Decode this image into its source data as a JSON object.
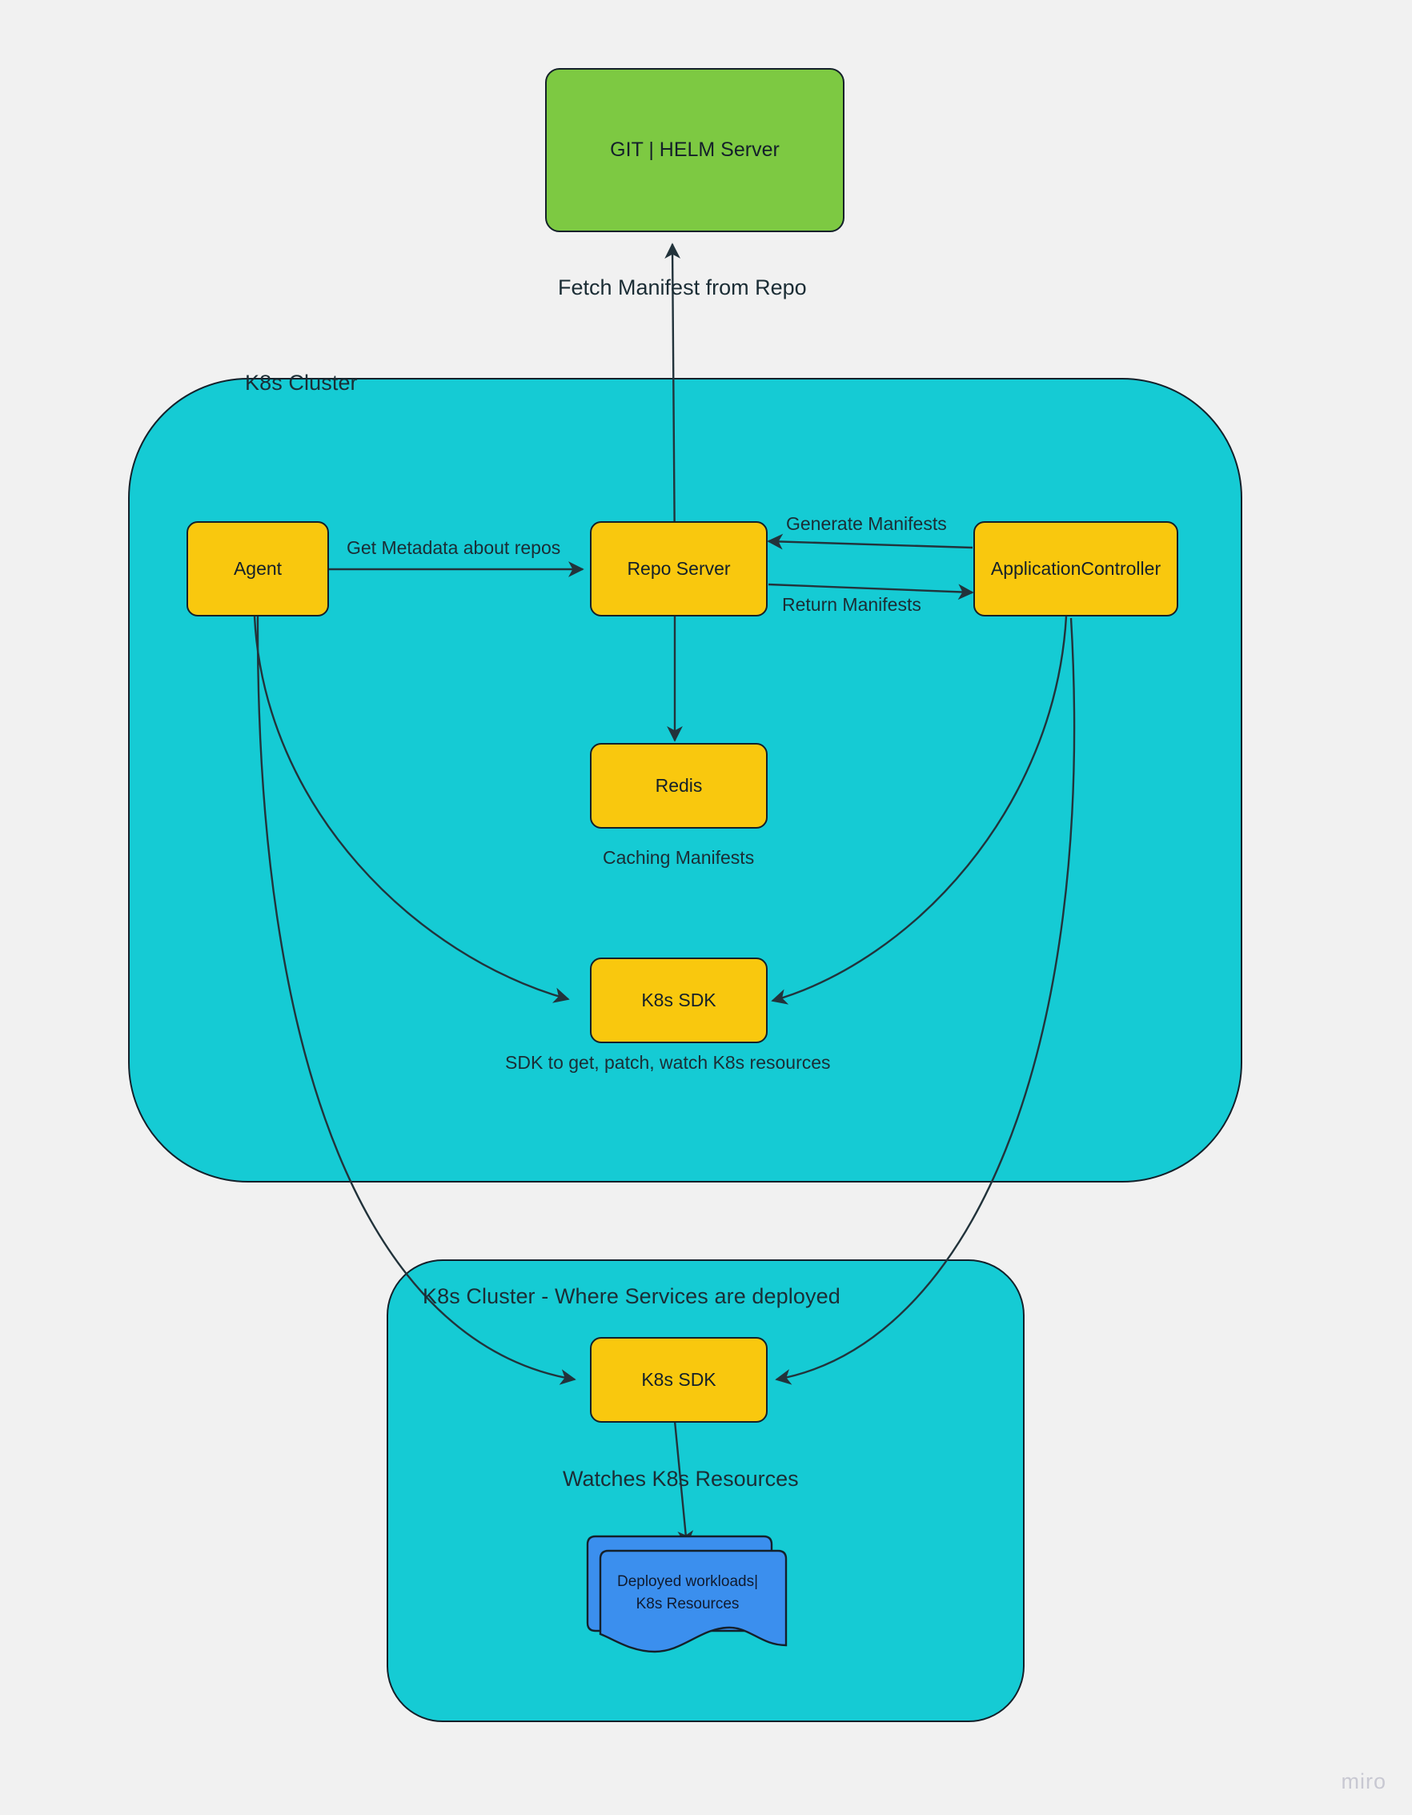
{
  "canvas": {
    "background": "#f1f1f1",
    "watermark": "miro"
  },
  "palette": {
    "cluster_fill": "#15CBD4",
    "node_fill": "#F9C80E",
    "git_fill": "#7DC942",
    "doc_fill": "#3B8FEE",
    "stroke": "#14202a",
    "text": "#1b2d35"
  },
  "containers": [
    {
      "id": "k8s-cluster",
      "label": "K8s Cluster"
    },
    {
      "id": "k8s-cluster-services",
      "label": "K8s Cluster - Where Services are deployed"
    }
  ],
  "nodes": [
    {
      "id": "git-helm-server",
      "label": "GIT | HELM Server"
    },
    {
      "id": "agent",
      "label": "Agent"
    },
    {
      "id": "repo-server",
      "label": "Repo Server"
    },
    {
      "id": "application-controller",
      "label": "ApplicationController"
    },
    {
      "id": "redis",
      "label": "Redis"
    },
    {
      "id": "k8s-sdk-upper",
      "label": "K8s SDK"
    },
    {
      "id": "k8s-sdk-lower",
      "label": "K8s SDK"
    },
    {
      "id": "deployed-workloads",
      "label": "Deployed workloads|\nK8s Resources"
    }
  ],
  "edge_labels": [
    {
      "id": "fetch-manifest",
      "text": "Fetch Manifest from Repo"
    },
    {
      "id": "get-metadata",
      "text": "Get Metadata about repos"
    },
    {
      "id": "generate-manifests",
      "text": "Generate Manifests"
    },
    {
      "id": "return-manifests",
      "text": "Return Manifests"
    },
    {
      "id": "watches-resources",
      "text": "Watches K8s Resources"
    }
  ],
  "captions": [
    {
      "id": "caching-manifests",
      "text": "Caching Manifests"
    },
    {
      "id": "sdk-purpose",
      "text": "SDK to get, patch, watch K8s resources"
    }
  ]
}
